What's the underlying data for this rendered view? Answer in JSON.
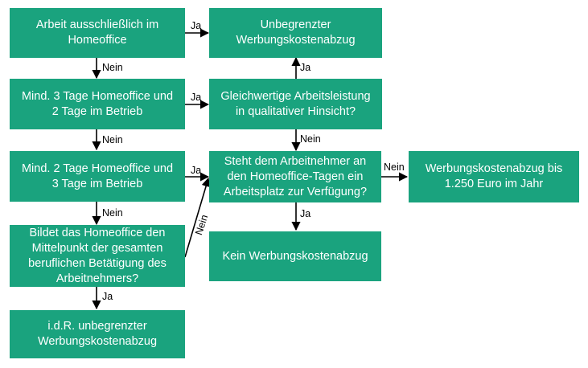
{
  "colors": {
    "box_fill": "#1aa37e",
    "box_text": "#ffffff",
    "line": "#000000"
  },
  "nodes": {
    "homeoffice_only": "Arbeit ausschließlich im\nHomeoffice",
    "unlimited_deduction": "Unbegrenzter\nWerbungskostenabzug",
    "min3_home": "Mind. 3 Tage Homeoffice und\n2 Tage im Betrieb",
    "equal_work": "Gleichwertige Arbeitsleistung\nin qualitativer Hinsicht?",
    "min2_home": "Mind. 2 Tage Homeoffice und\n3 Tage im Betrieb",
    "workplace": "Steht dem Arbeitnehmer an\nden Homeoffice-Tagen ein\nArbeitsplatz zur Verfügung?",
    "deduction_1250": "Werbungskostenabzug bis\n1.250 Euro im Jahr",
    "center_activity": "Bildet das Homeoffice den\nMittelpunkt der gesamten\nberuflichen Betätigung des\nArbeitnehmers?",
    "no_deduction": "Kein Werbungskostenabzug",
    "idr_unlimited": "i.d.R. unbegrenzter\nWerbungskostenabzug"
  },
  "edge_labels": {
    "yes": "Ja",
    "no": "Nein"
  }
}
